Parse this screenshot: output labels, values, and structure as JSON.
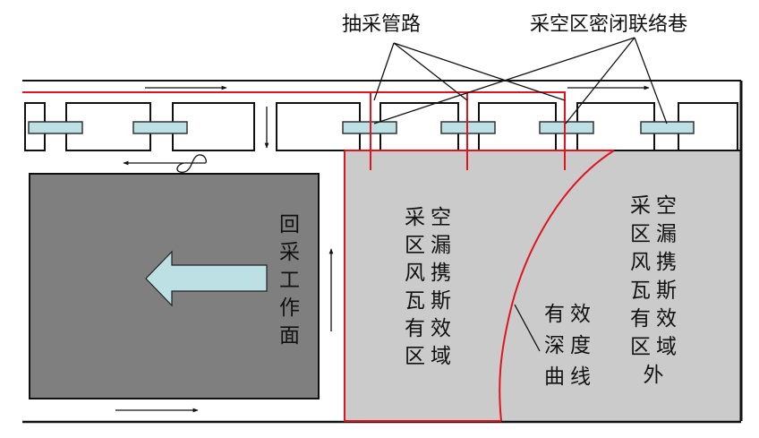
{
  "labels": {
    "extraction_pipeline": "抽采管路",
    "sealed_connection_roadway": "采空区密闭联络巷",
    "working_face": [
      "回",
      "采",
      "工",
      "作",
      "面"
    ],
    "effective_zone": [
      [
        "采",
        "空"
      ],
      [
        "区",
        "漏"
      ],
      [
        "风",
        "携"
      ],
      [
        "瓦",
        "斯"
      ],
      [
        "有",
        "效"
      ],
      [
        "区",
        "域"
      ]
    ],
    "depth_curve": [
      [
        "有",
        "效"
      ],
      [
        "深",
        "度"
      ],
      [
        "曲",
        "线"
      ]
    ],
    "outside_zone": [
      [
        "采",
        "空"
      ],
      [
        "区",
        "漏"
      ],
      [
        "风",
        "携"
      ],
      [
        "瓦",
        "斯"
      ],
      [
        "有",
        "效"
      ],
      [
        "区",
        "域"
      ],
      [
        "外"
      ]
    ]
  },
  "colors": {
    "pipeline": "#e0141e",
    "outline": "#111111",
    "working_face_fill": "#7f7f7f",
    "goaf_fill": "#cbcbcb",
    "seal_fill": "#bce0e3",
    "arrow_fill": "#bce0e3"
  },
  "airflow": [
    {
      "name": "airflow-top-left",
      "direction": "right"
    },
    {
      "name": "airflow-top-right",
      "direction": "right"
    },
    {
      "name": "airflow-down",
      "direction": "down"
    },
    {
      "name": "airflow-leak-left",
      "direction": "left"
    },
    {
      "name": "airflow-up",
      "direction": "up"
    },
    {
      "name": "airflow-bottom",
      "direction": "right"
    }
  ],
  "advance_direction": "left"
}
